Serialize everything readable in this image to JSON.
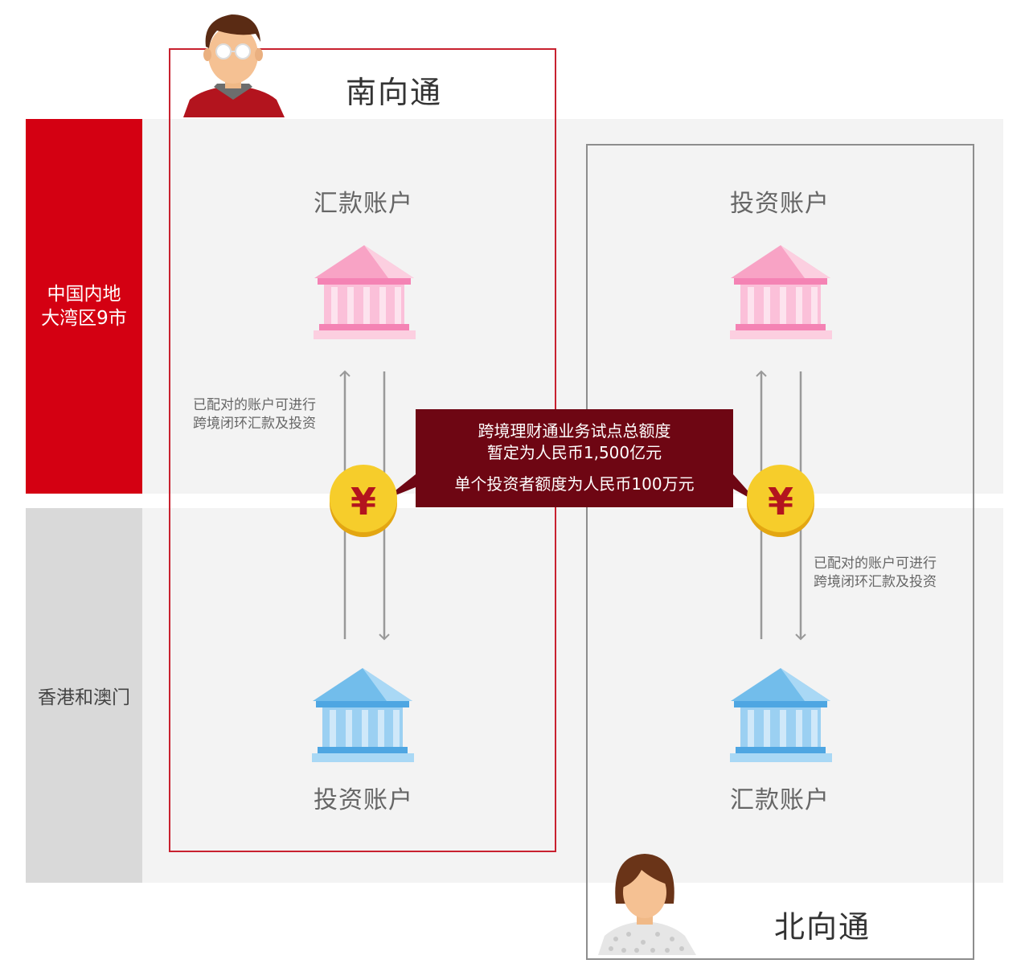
{
  "regions": {
    "mainland_line1": "中国内地",
    "mainland_line2": "大湾区9市",
    "hk_macau": "香港和澳门"
  },
  "southbound": {
    "title": "南向通",
    "top_account": "汇款账户",
    "bottom_account": "投资账户",
    "note_line1": "已配对的账户可进行",
    "note_line2": "跨境闭环汇款及投资"
  },
  "northbound": {
    "title": "北向通",
    "top_account": "投资账户",
    "bottom_account": "汇款账户",
    "note_line1": "已配对的账户可进行",
    "note_line2": "跨境闭环汇款及投资"
  },
  "callout": {
    "line1": "跨境理财通业务试点总额度",
    "line2": "暂定为人民币1,500亿元",
    "line3": "单个投资者额度为人民币100万元"
  },
  "coin_symbol": "¥",
  "colors": {
    "brand_red": "#d40012",
    "callout_bg": "#6e0613",
    "pink_bank": "#f9a8c8",
    "blue_bank": "#7cc3ec",
    "coin": "#f5c518"
  },
  "icons": [
    "man-avatar-icon",
    "woman-avatar-icon",
    "bank-icon",
    "yuan-coin-icon",
    "arrow-up-icon",
    "arrow-down-icon"
  ]
}
